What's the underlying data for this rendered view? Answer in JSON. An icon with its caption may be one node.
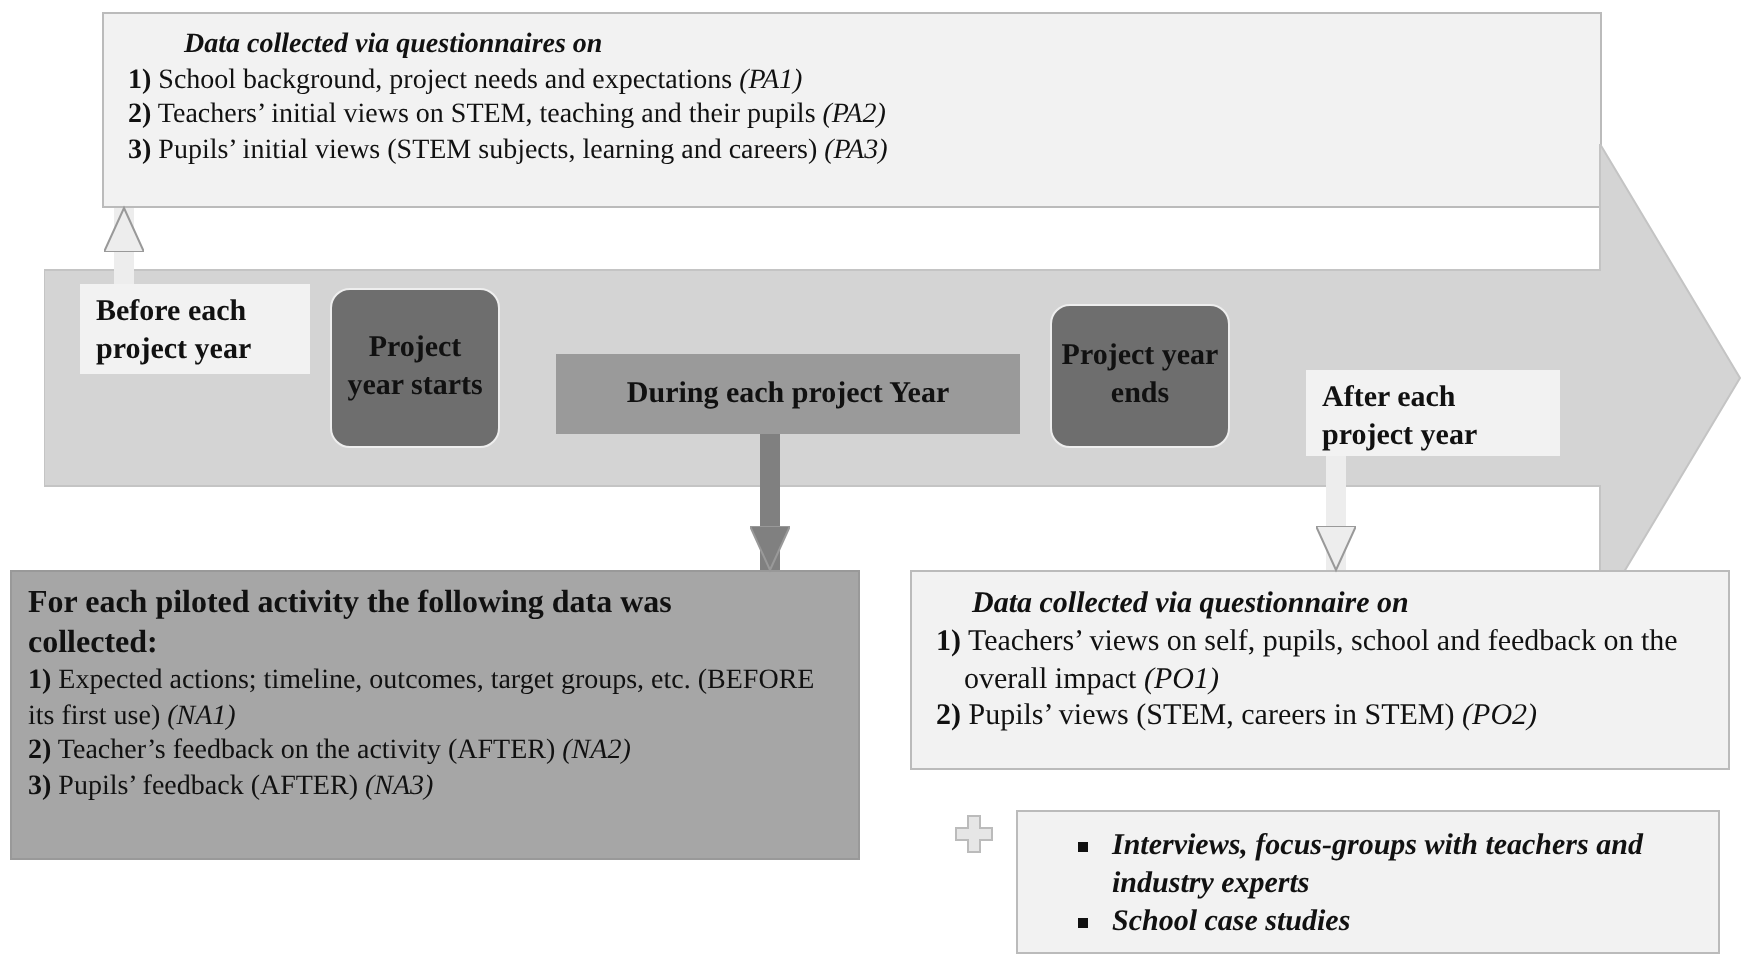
{
  "diagram": {
    "nodes": [
      {
        "text": [
          "Data collected via questionnaires on",
          "**1)** School background, project needs and expectations *(PA1)*",
          "**2)** Teachers’ initial views on STEM, teaching and their pupils *(PA2)*",
          "**3)** Pupils’ initial views (STEM subjects, learning and careers) *(PA3)*"
        ]
      },
      {
        "text": [],
        "shape": "arrow"
      },
      {
        "text": [
          "Before each project year"
        ],
        "in": 1
      },
      {
        "text": [
          "Project year starts"
        ],
        "in": 1
      },
      {
        "text": [
          "During each project Year"
        ],
        "in": 1
      },
      {
        "text": [
          "Project year ends"
        ],
        "in": 1
      },
      {
        "text": [
          "After each project year"
        ],
        "in": 1
      },
      {
        "text": [
          "For each piloted activity the following data was collected:",
          "**1)** Expected actions; timeline, outcomes, target groups, etc. (BEFORE its first use) *(NA1)*",
          "**2)** Teacher’s feedback on the activity (AFTER) *(NA2)*",
          "**3)** Pupils’ feedback (AFTER) *(NA3)*"
        ]
      },
      {
        "text": [
          "Data collected via questionnaire on",
          "**1)** Teachers’ views on self, pupils, school and feedback on the overall impact *(PO1)*",
          "**2)** Pupils’ views (STEM, careers in STEM) *(PO2)*"
        ]
      },
      {
        "text": [
          "Interviews, focus-groups with teachers and industry experts",
          "School case studies"
        ]
      }
    ],
    "edges": [
      {
        "from": 2,
        "to": 0,
        "arrow": "to"
      },
      {
        "from": 4,
        "to": 7,
        "arrow": "to",
        "color": "#808080"
      },
      {
        "from": 6,
        "to": 8,
        "arrow": "to"
      }
    ]
  }
}
